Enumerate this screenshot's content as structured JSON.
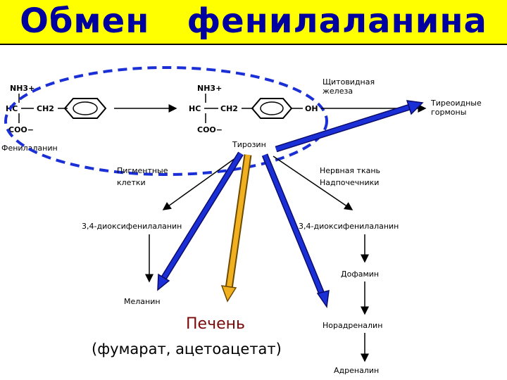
{
  "title": "Обмен   фенилаланина",
  "colors": {
    "title_bg": "#ffff00",
    "title_text": "#0000a0",
    "ellipse": "#1a2fd6",
    "blue_arrow": "#1a2fd6",
    "orange_arrow": "#f0b020",
    "liver_text": "#7a0a0a"
  },
  "molecule_left": {
    "nh3": "NH3+",
    "hc": "HC",
    "ch2": "CH2",
    "coo": "COO−",
    "name": "Фенилаланин"
  },
  "molecule_right": {
    "nh3": "NH3+",
    "hc": "HC",
    "ch2": "CH2",
    "oh": "OH",
    "coo": "COO−",
    "name": "Тирозин"
  },
  "thyroid": {
    "line1": "Щитовидная",
    "line2": "железа"
  },
  "thyroid_hormones": {
    "line1": "Тиреоидные",
    "line2": "гормоны"
  },
  "pigment_cells": {
    "line1": "Пигментные",
    "line2": "клетки"
  },
  "nerve_tissue": {
    "line1": "Нервная ткань",
    "line2": "Надпочечники"
  },
  "dopa_left": "3,4-диоксифенилаланин",
  "dopa_right": "3,4-диоксифенилаланин",
  "melanin": "Меланин",
  "dopamine": "Дофамин",
  "noradrenaline": "Норадреналин",
  "adrenaline": "Адреналин",
  "liver": {
    "line1": "Печень",
    "line2": "(фумарат,  ацетоацетат)"
  }
}
